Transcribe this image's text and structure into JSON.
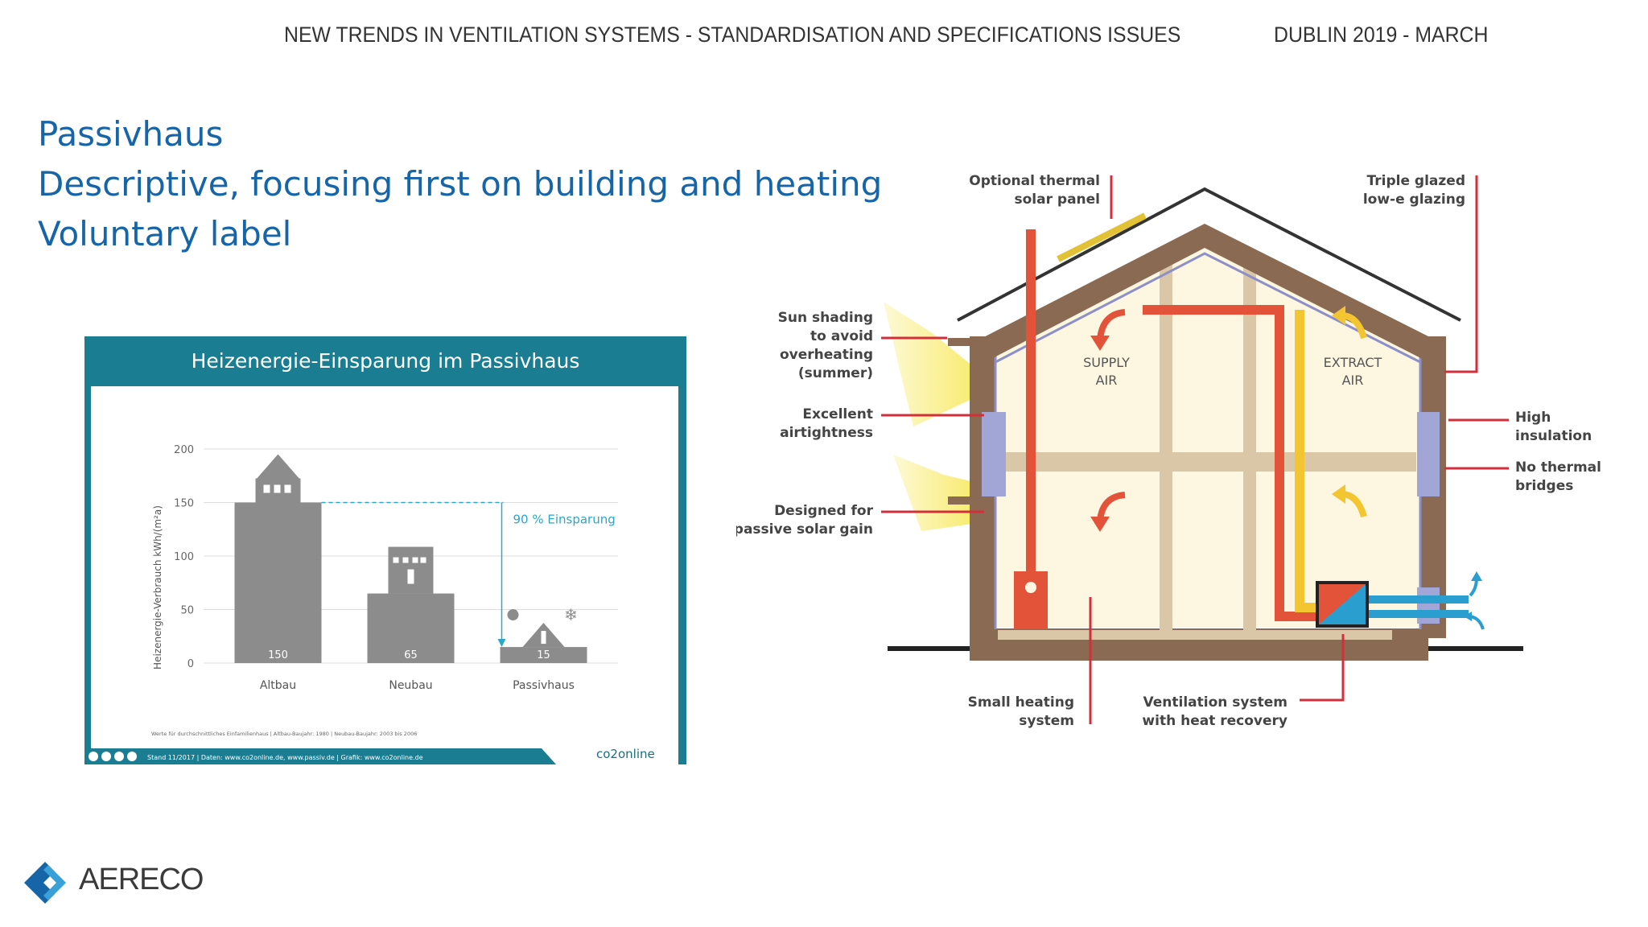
{
  "header": {
    "title": "NEW TRENDS IN VENTILATION SYSTEMS - STANDARDISATION AND SPECIFICATIONS ISSUES",
    "date": "DUBLIN 2019 - MARCH"
  },
  "bullets": [
    "Passivhaus",
    "Descriptive, focusing first on building and heating",
    "Voluntary label"
  ],
  "chart_data": {
    "type": "bar",
    "title": "Heizenergie-Einsparung im Passivhaus",
    "ylabel": "Heizenergie-Verbrauch kWh/(m²a)",
    "xlabel": "",
    "categories": [
      "Altbau",
      "Neubau",
      "Passivhaus"
    ],
    "values": [
      150,
      65,
      15
    ],
    "data_labels": [
      "150",
      "65",
      "15"
    ],
    "ylim": [
      0,
      200
    ],
    "yticks": [
      "0",
      "50",
      "100",
      "150",
      "200"
    ],
    "annotation": "90 % Einsparung",
    "grid": true,
    "colors": {
      "bar": "#8c8c8c",
      "frame": "#1a7d91",
      "annotation": "#2aa7c9"
    },
    "footer_note": "Werte für durchschnittliches Einfamilienhaus | Altbau-Baujahr: 1980 | Neubau-Baujahr: 2003 bis 2006",
    "footer_source": "Stand 11/2017  |  Daten: www.co2online.de, www.passiv.de  |  Grafik: www.co2online.de",
    "brand": "co2online"
  },
  "house_diagram": {
    "inner_labels": {
      "supply": [
        "SUPPLY",
        "AIR"
      ],
      "extract": [
        "EXTRACT",
        "AIR"
      ]
    },
    "callouts": {
      "solar_panel": [
        "Optional thermal",
        "solar panel"
      ],
      "glazing": [
        "Triple glazed",
        "low-e glazing"
      ],
      "shading": [
        "Sun shading",
        "to avoid",
        "overheating",
        "(summer)"
      ],
      "airtight": [
        "Excellent",
        "airtightness"
      ],
      "solar_gain": [
        "Designed for",
        "passive solar gain"
      ],
      "insulation": [
        "High",
        "insulation"
      ],
      "bridges": [
        "No thermal",
        "bridges"
      ],
      "heating": [
        "Small heating",
        "system"
      ],
      "ventilation": [
        "Ventilation system",
        "with heat recovery"
      ]
    },
    "colors": {
      "wall": "#8a6a52",
      "roof_line": "#333333",
      "interior": "#fdf6e0",
      "supply": "#e2533a",
      "extract": "#f3c531",
      "outdoor": "#2a9fcf",
      "callout": "#d22e3b",
      "sun": "#f7e85a"
    }
  },
  "logo": {
    "text": "AERECO",
    "colors": [
      "#1565a8",
      "#3aa0d8"
    ]
  }
}
